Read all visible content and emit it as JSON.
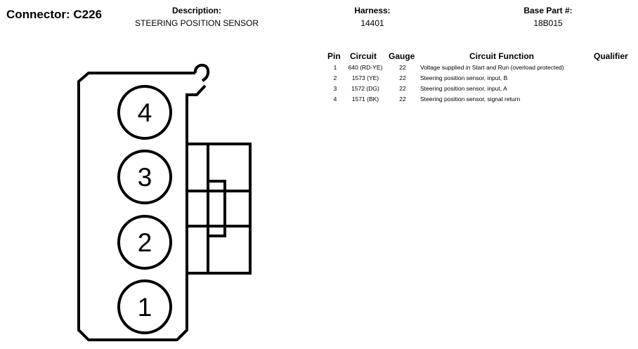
{
  "connector": {
    "title": "Connector: C226"
  },
  "header": {
    "description_label": "Description:",
    "description_value": "STEERING POSITION SENSOR",
    "harness_label": "Harness:",
    "harness_value": "14401",
    "base_part_label": "Base Part #:",
    "base_part_value": "18B015"
  },
  "table": {
    "columns": [
      "Pin",
      "Circuit",
      "Gauge",
      "Circuit Function",
      "Qualifier"
    ],
    "rows": [
      {
        "pin": "1",
        "circuit": "640 (RD-YE)",
        "gauge": "22",
        "function": "Voltage supplied in Start and Run (overload protected)",
        "qualifier": ""
      },
      {
        "pin": "2",
        "circuit": "1573 (YE)",
        "gauge": "22",
        "function": "Steering position sensor, input, B",
        "qualifier": ""
      },
      {
        "pin": "3",
        "circuit": "1572 (DG)",
        "gauge": "22",
        "function": "Steering position sensor, input, A",
        "qualifier": ""
      },
      {
        "pin": "4",
        "circuit": "1571 (BK)",
        "gauge": "22",
        "function": "Steering position sensor, signal return",
        "qualifier": ""
      }
    ]
  },
  "diagram": {
    "pin_labels": [
      "4",
      "3",
      "2",
      "1"
    ]
  }
}
